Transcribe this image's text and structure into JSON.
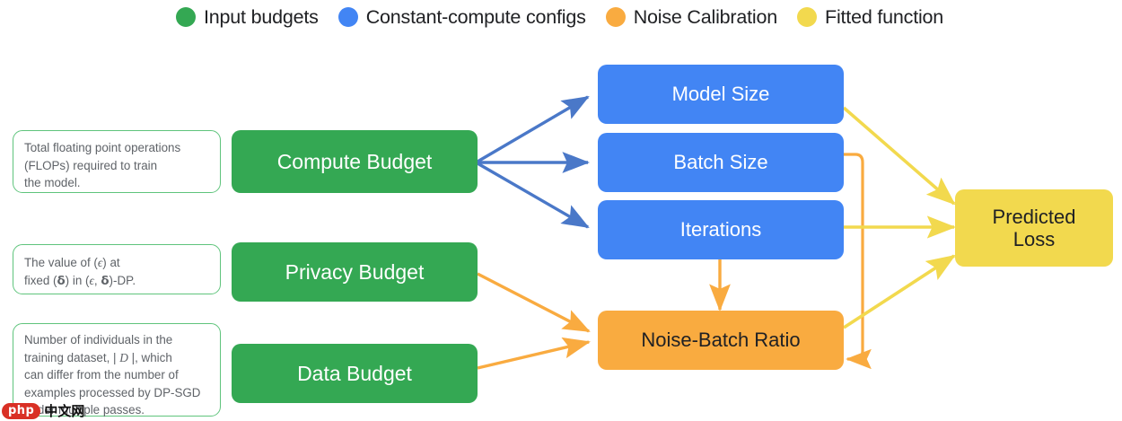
{
  "legend": {
    "items": [
      {
        "label": "Input budgets",
        "color": "#34A853",
        "icon": "legend-dot-green"
      },
      {
        "label": "Constant-compute configs",
        "color": "#4285F4",
        "icon": "legend-dot-blue"
      },
      {
        "label": "Noise Calibration",
        "color": "#F9AB40",
        "icon": "legend-dot-orange"
      },
      {
        "label": "Fitted function",
        "color": "#F2D94E",
        "icon": "legend-dot-yellow"
      }
    ]
  },
  "callouts": [
    {
      "id": "compute-budget-note",
      "line1": "Total floating point operations",
      "line2": "(FLOPs) required to train",
      "line3": "the model.",
      "border_color": "#5FC47C"
    },
    {
      "id": "privacy-budget-note",
      "p1": "The value of (",
      "eps1": "ϵ",
      "p2": ") at",
      "p3": "fixed (",
      "dlt1": "δ",
      "p4": ") in (",
      "eps2": "ϵ",
      "p5": ", ",
      "dlt2": "δ",
      "p6": ")-DP.",
      "border_color": "#5FC47C"
    },
    {
      "id": "data-budget-note",
      "p1": "Number of individuals in the",
      "p2": "training dataset, | ",
      "var": "D",
      "p3": " |, which",
      "p4": "can differ from the number of",
      "p5": "examples processed by DP-SGD",
      "p6": "under multiple passes.",
      "border_color": "#5FC47C"
    }
  ],
  "nodes": {
    "compute_budget": {
      "label": "Compute Budget",
      "color": "#34A853",
      "group": "Input budgets"
    },
    "privacy_budget": {
      "label": "Privacy Budget",
      "color": "#34A853",
      "group": "Input budgets"
    },
    "data_budget": {
      "label": "Data Budget",
      "color": "#34A853",
      "group": "Input budgets"
    },
    "model_size": {
      "label": "Model Size",
      "color": "#4285F4",
      "group": "Constant-compute configs"
    },
    "batch_size": {
      "label": "Batch Size",
      "color": "#4285F4",
      "group": "Constant-compute configs"
    },
    "iterations": {
      "label": "Iterations",
      "color": "#4285F4",
      "group": "Constant-compute configs"
    },
    "noise_batch_ratio": {
      "label": "Noise-Batch Ratio",
      "color": "#F9AB40",
      "group": "Noise Calibration"
    },
    "predicted_loss": {
      "label": "Predicted\nLoss",
      "line1": "Predicted",
      "line2": "Loss",
      "color": "#F2D94E",
      "group": "Fitted function"
    }
  },
  "edges": [
    {
      "from": "compute_budget",
      "to": "model_size",
      "color": "#4a78c8"
    },
    {
      "from": "compute_budget",
      "to": "batch_size",
      "color": "#4a78c8"
    },
    {
      "from": "compute_budget",
      "to": "iterations",
      "color": "#4a78c8"
    },
    {
      "from": "privacy_budget",
      "to": "noise_batch_ratio",
      "color": "#F9AB40"
    },
    {
      "from": "data_budget",
      "to": "noise_batch_ratio",
      "color": "#F9AB40"
    },
    {
      "from": "iterations",
      "to": "noise_batch_ratio",
      "color": "#F9AB40"
    },
    {
      "from": "batch_size",
      "to": "noise_batch_ratio",
      "color": "#F9AB40"
    },
    {
      "from": "model_size",
      "to": "predicted_loss",
      "color": "#F2D94E"
    },
    {
      "from": "iterations",
      "to": "predicted_loss",
      "color": "#F2D94E"
    },
    {
      "from": "noise_batch_ratio",
      "to": "predicted_loss",
      "color": "#F2D94E"
    }
  ],
  "watermark": {
    "badge": "php",
    "text": "中文网"
  }
}
